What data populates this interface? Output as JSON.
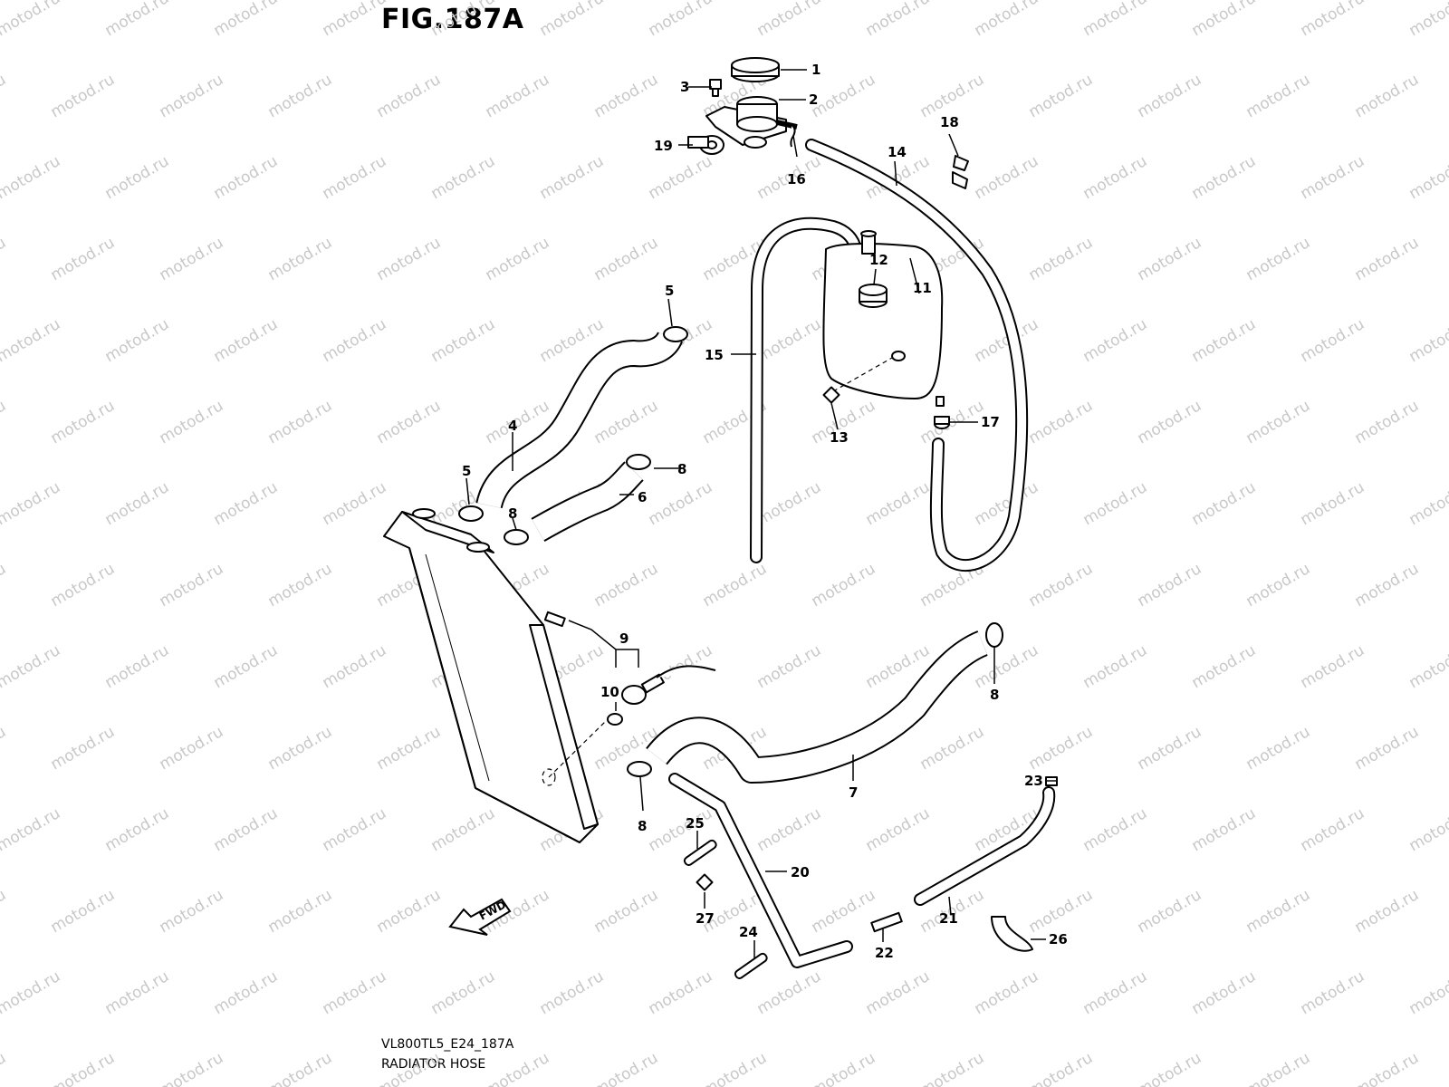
{
  "figure": {
    "title": "FIG.187A",
    "model_code": "VL800TL5_E24_187A",
    "section_name": "RADIATOR HOSE",
    "watermark": "motod.ru",
    "direction_marker": "FWD"
  },
  "callouts": [
    {
      "id": "c1",
      "label": "1"
    },
    {
      "id": "c2",
      "label": "2"
    },
    {
      "id": "c3",
      "label": "3"
    },
    {
      "id": "c4",
      "label": "4"
    },
    {
      "id": "c5a",
      "label": "5"
    },
    {
      "id": "c5b",
      "label": "5"
    },
    {
      "id": "c6",
      "label": "6"
    },
    {
      "id": "c7",
      "label": "7"
    },
    {
      "id": "c8a",
      "label": "8"
    },
    {
      "id": "c8b",
      "label": "8"
    },
    {
      "id": "c8c",
      "label": "8"
    },
    {
      "id": "c8d",
      "label": "8"
    },
    {
      "id": "c9",
      "label": "9"
    },
    {
      "id": "c10",
      "label": "10"
    },
    {
      "id": "c11",
      "label": "11"
    },
    {
      "id": "c12",
      "label": "12"
    },
    {
      "id": "c13",
      "label": "13"
    },
    {
      "id": "c14",
      "label": "14"
    },
    {
      "id": "c15",
      "label": "15"
    },
    {
      "id": "c16",
      "label": "16"
    },
    {
      "id": "c17",
      "label": "17"
    },
    {
      "id": "c18",
      "label": "18"
    },
    {
      "id": "c19",
      "label": "19"
    },
    {
      "id": "c20",
      "label": "20"
    },
    {
      "id": "c21",
      "label": "21"
    },
    {
      "id": "c22",
      "label": "22"
    },
    {
      "id": "c23",
      "label": "23"
    },
    {
      "id": "c24",
      "label": "24"
    },
    {
      "id": "c25",
      "label": "25"
    },
    {
      "id": "c26",
      "label": "26"
    },
    {
      "id": "c27",
      "label": "27"
    }
  ]
}
